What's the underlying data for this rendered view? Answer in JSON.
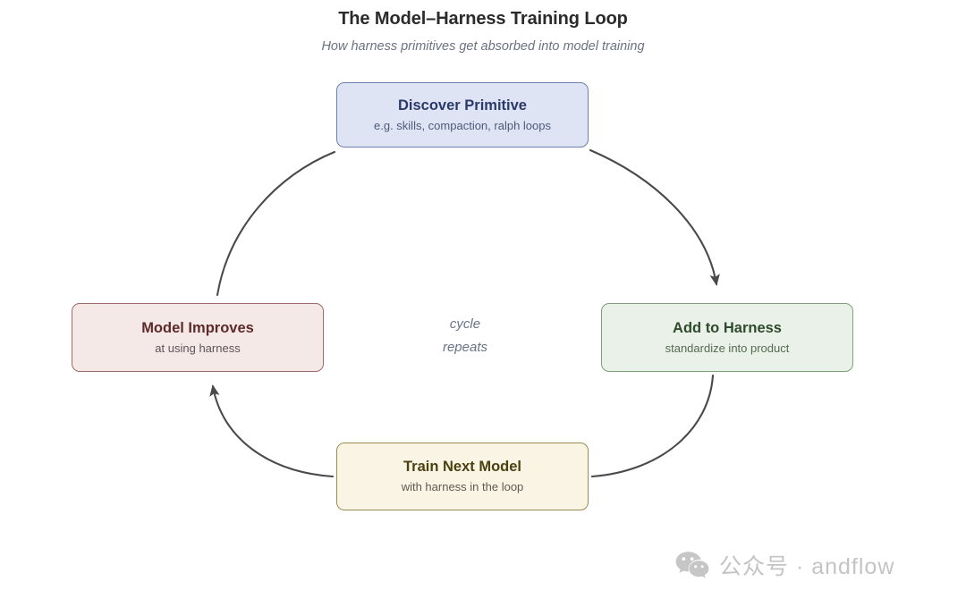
{
  "header": {
    "title": "The Model–Harness Training Loop",
    "subtitle": "How harness primitives get absorbed into model training"
  },
  "diagram": {
    "type": "cycle",
    "center_label_line1": "cycle",
    "center_label_line2": "repeats",
    "nodes": [
      {
        "id": "discover",
        "title": "Discover Primitive",
        "subtitle": "e.g. skills, compaction, ralph loops",
        "fill": "#dee4f4",
        "stroke": "#6f7fae",
        "position": "top"
      },
      {
        "id": "harness",
        "title": "Add to Harness",
        "subtitle": "standardize into product",
        "fill": "#e9f1e8",
        "stroke": "#7f9e7a",
        "position": "right"
      },
      {
        "id": "train",
        "title": "Train Next Model",
        "subtitle": "with harness in the loop",
        "fill": "#faf4e5",
        "stroke": "#9a8c4e",
        "position": "bottom"
      },
      {
        "id": "improves",
        "title": "Model Improves",
        "subtitle": "at using harness",
        "fill": "#f5e9e8",
        "stroke": "#9d6a6a",
        "position": "left"
      }
    ],
    "edges": [
      {
        "from": "discover",
        "to": "harness",
        "arrowhead": true
      },
      {
        "from": "harness",
        "to": "train",
        "arrowhead": false
      },
      {
        "from": "train",
        "to": "improves",
        "arrowhead": true
      },
      {
        "from": "improves",
        "to": "discover",
        "arrowhead": false
      }
    ],
    "edge_color": "#4a4a4a"
  },
  "watermark": {
    "icon": "wechat-icon",
    "text": "公众号 · andflow",
    "color": "#c4c4c4"
  }
}
